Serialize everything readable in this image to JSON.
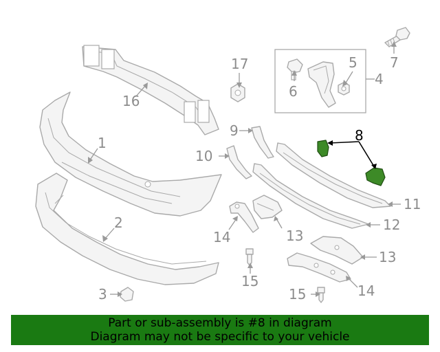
{
  "callouts": {
    "c1": "1",
    "c2": "2",
    "c3": "3",
    "c4": "4",
    "c5": "5",
    "c6": "6",
    "c7": "7",
    "c8": "8",
    "c9": "9",
    "c10": "10",
    "c11": "11",
    "c12": "12",
    "c13a": "13",
    "c13b": "13",
    "c14a": "14",
    "c14b": "14",
    "c15a": "15",
    "c15b": "15",
    "c16": "16",
    "c17": "17"
  },
  "highlight": {
    "part_number": "8",
    "color": "#3d8a27"
  },
  "banner": {
    "line1": "Part or sub-assembly is #8 in diagram",
    "line2": "Diagram may not be specific to your vehicle",
    "background": "#1a7a12"
  }
}
